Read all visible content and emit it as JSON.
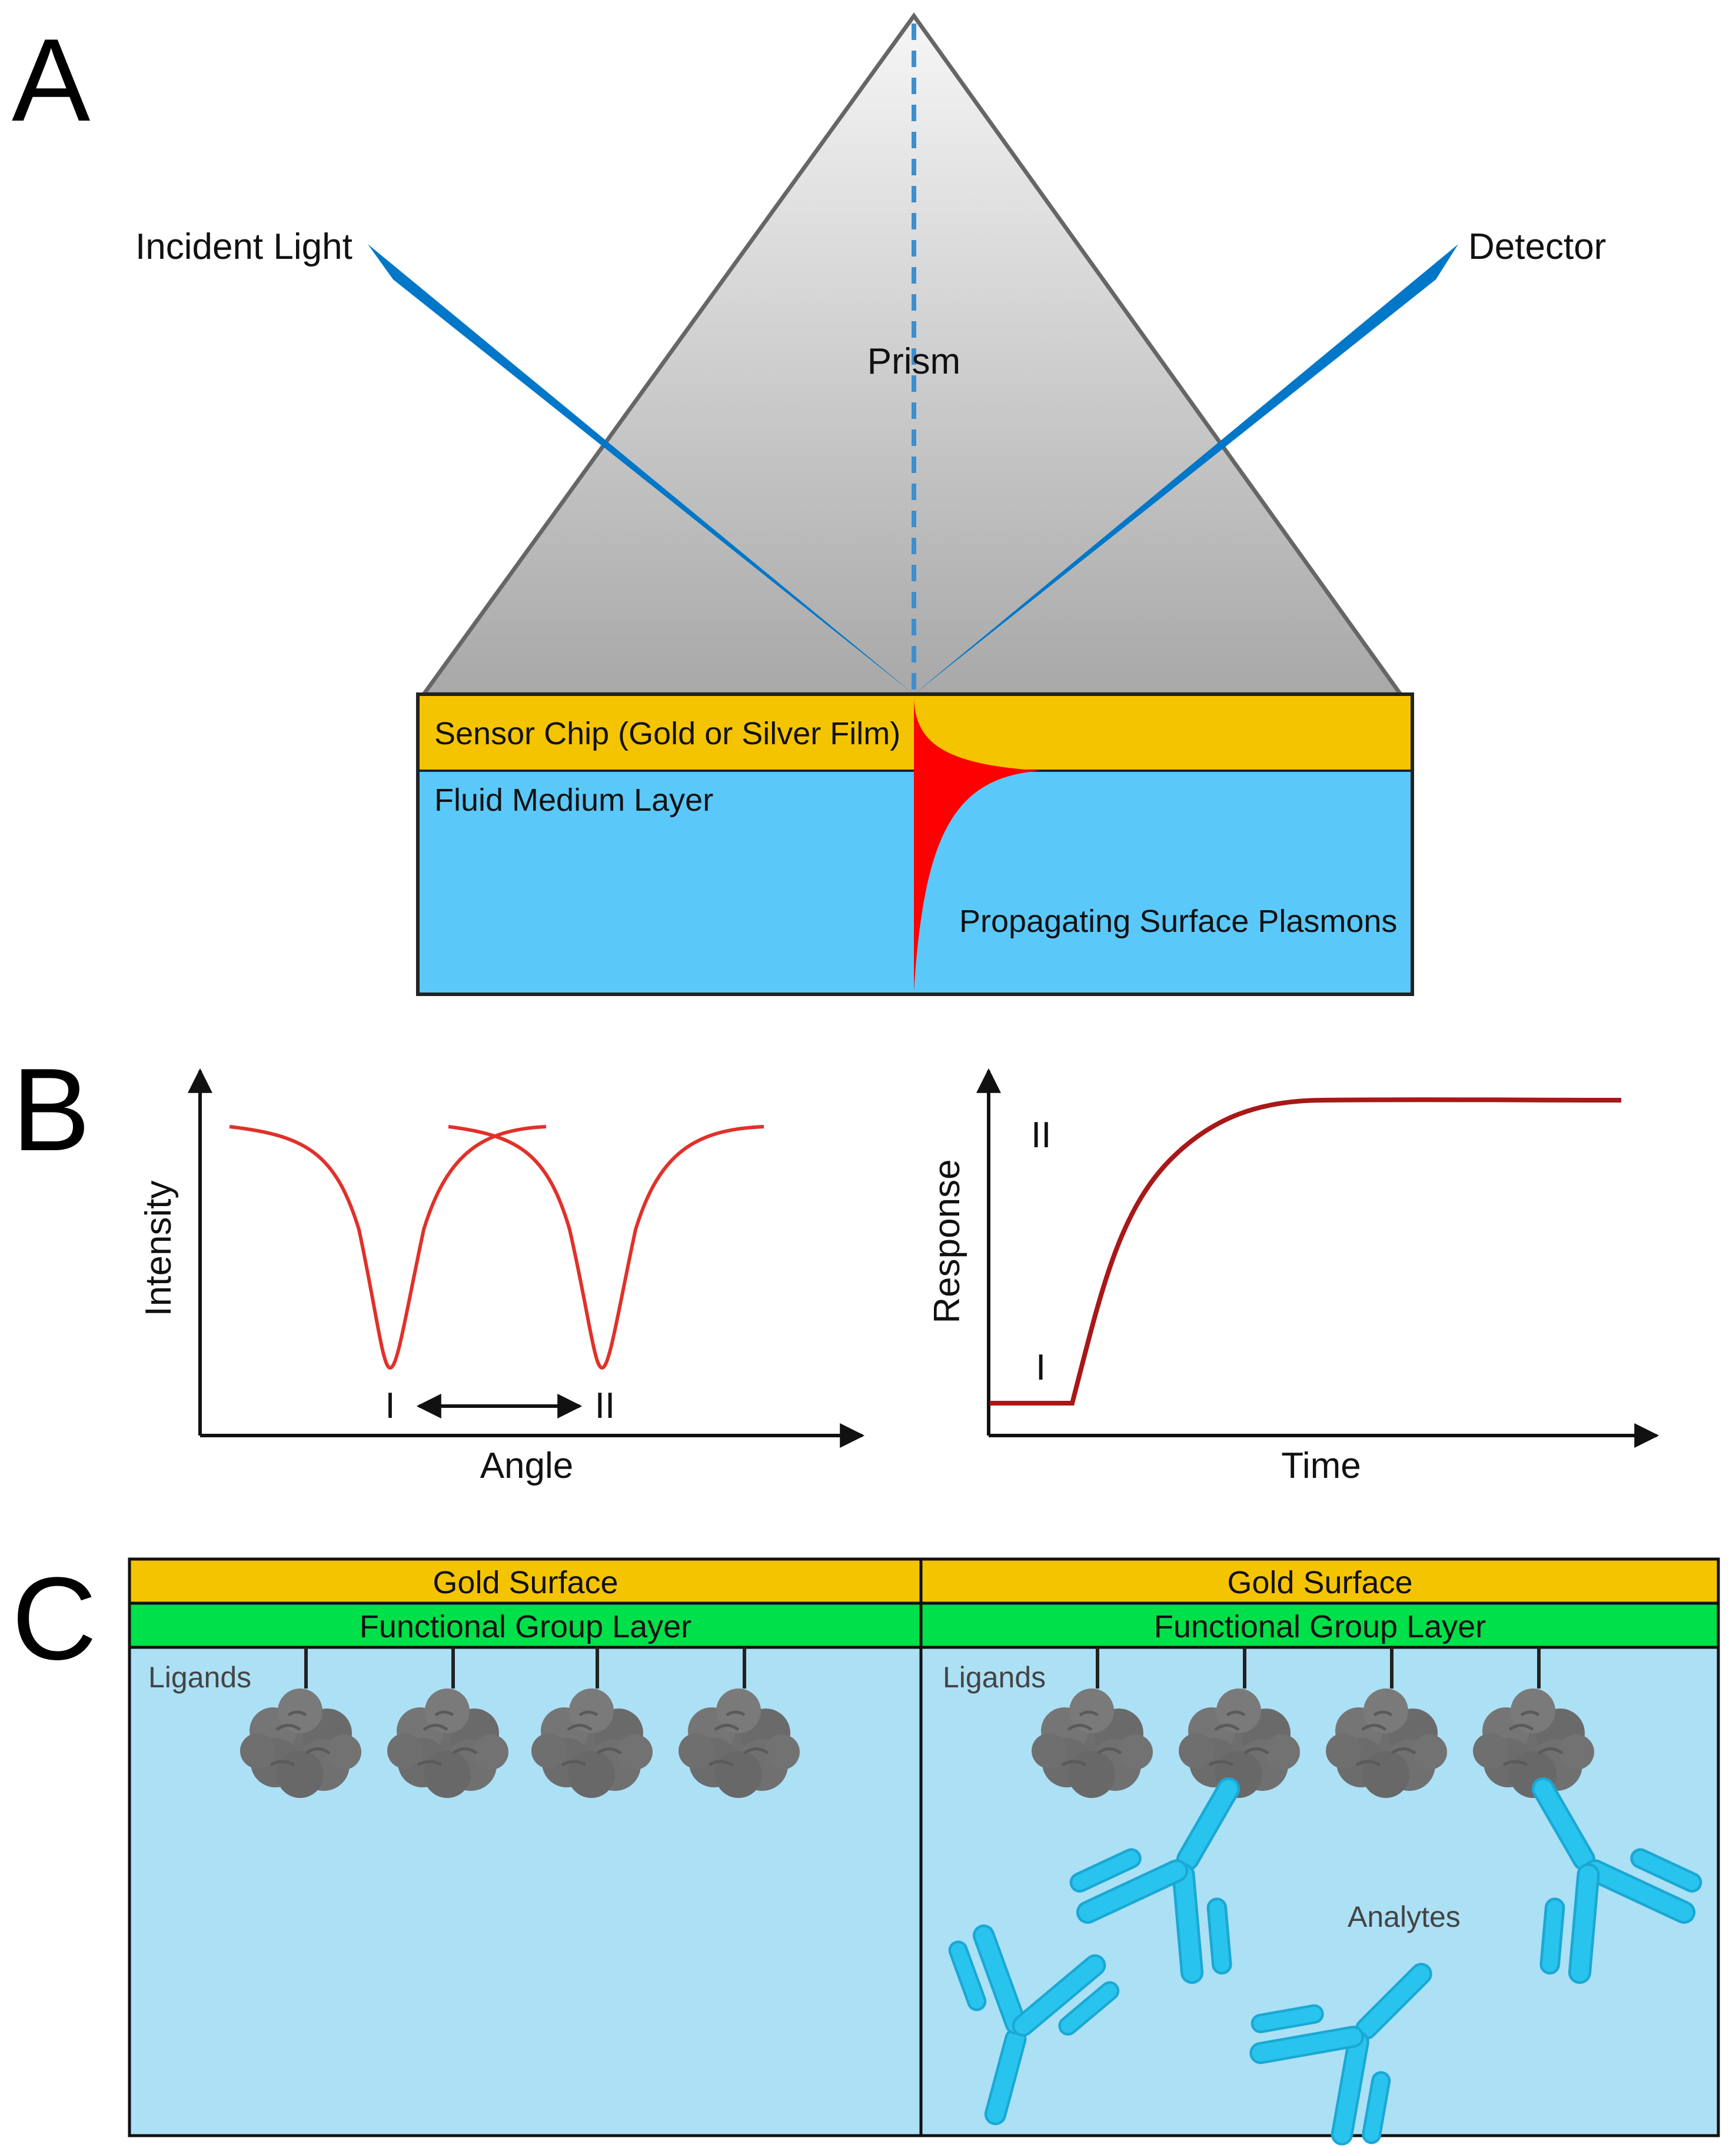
{
  "panels": {
    "A": {
      "letter": "A",
      "prism_label": "Prism",
      "incident_light_label": "Incident Light",
      "detector_label": "Detector",
      "sensor_chip_label": "Sensor Chip (Gold or Silver Film)",
      "fluid_layer_label": "Fluid Medium Layer",
      "plasmon_label": "Propagating Surface Plasmons"
    },
    "B": {
      "letter": "B",
      "left_plot": {
        "xlabel": "Angle",
        "ylabel": "Intensity",
        "marker_I": "I",
        "marker_II": "II"
      },
      "right_plot": {
        "xlabel": "Time",
        "ylabel": "Response",
        "marker_I": "I",
        "marker_II": "II"
      }
    },
    "C": {
      "letter": "C",
      "left": {
        "gold_label": "Gold Surface",
        "functional_label": "Functional Group Layer",
        "ligands_label": "Ligands"
      },
      "right": {
        "gold_label": "Gold Surface",
        "functional_label": "Functional Group Layer",
        "ligands_label": "Ligands",
        "analytes_label": "Analytes"
      }
    }
  },
  "colors": {
    "beam": "#0077c8",
    "gold": "#f5c400",
    "fluid": "#5bc8fa",
    "plasmon": "#ff0000",
    "sensor_curve": "#e0312a",
    "response_curve": "#a81818",
    "functional": "#00e04a",
    "medium": "#ace0f5",
    "antibody": "#29c4ee",
    "ligand": "#6e6e6e"
  }
}
